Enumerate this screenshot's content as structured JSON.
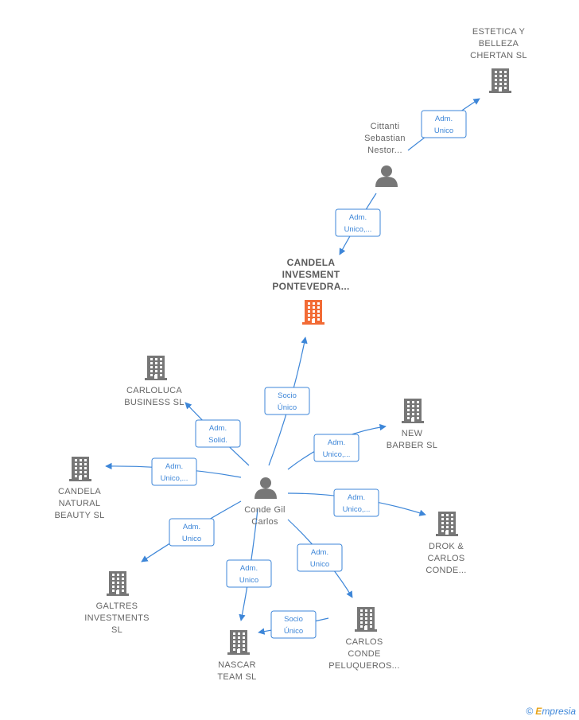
{
  "nodes": [
    {
      "id": "candela_invesment",
      "kind": "company",
      "main": true,
      "lines": [
        "CANDELA",
        "INVESMENT",
        "PONTEVEDRA..."
      ]
    },
    {
      "id": "estetica",
      "kind": "company",
      "lines": [
        "ESTETICA Y",
        "BELLEZA",
        "CHERTAN  SL"
      ]
    },
    {
      "id": "cittanti",
      "kind": "person",
      "lines": [
        "Cittanti",
        "Sebastian",
        "Nestor..."
      ]
    },
    {
      "id": "conde",
      "kind": "person",
      "lines": [
        "Conde Gil",
        "Carlos"
      ]
    },
    {
      "id": "carloluca",
      "kind": "company",
      "lines": [
        "CARLOLUCA",
        "BUSINESS  SL"
      ]
    },
    {
      "id": "candela_natural",
      "kind": "company",
      "lines": [
        "CANDELA",
        "NATURAL",
        "BEAUTY  SL"
      ]
    },
    {
      "id": "galtres",
      "kind": "company",
      "lines": [
        "GALTRES",
        "INVESTMENTS",
        "SL"
      ]
    },
    {
      "id": "nascar",
      "kind": "company",
      "lines": [
        "NASCAR",
        "TEAM  SL"
      ]
    },
    {
      "id": "carlos_conde",
      "kind": "company",
      "lines": [
        "CARLOS",
        "CONDE",
        "PELUQUEROS..."
      ]
    },
    {
      "id": "drok",
      "kind": "company",
      "lines": [
        "DROK &",
        "CARLOS",
        "CONDE..."
      ]
    },
    {
      "id": "new_barber",
      "kind": "company",
      "lines": [
        "NEW",
        "BARBER  SL"
      ]
    }
  ],
  "edges": [
    {
      "from": "cittanti",
      "to": "estetica",
      "label": [
        "Adm.",
        "Unico"
      ]
    },
    {
      "from": "cittanti",
      "to": "candela_invesment",
      "label": [
        "Adm.",
        "Unico,..."
      ]
    },
    {
      "from": "conde",
      "to": "candela_invesment",
      "label": [
        "Socio",
        "Único"
      ]
    },
    {
      "from": "conde",
      "to": "carloluca",
      "label": [
        "Adm.",
        "Solid."
      ]
    },
    {
      "from": "conde",
      "to": "candela_natural",
      "label": [
        "Adm.",
        "Unico,..."
      ]
    },
    {
      "from": "conde",
      "to": "galtres",
      "label": [
        "Adm.",
        "Unico"
      ]
    },
    {
      "from": "conde",
      "to": "nascar",
      "label": [
        "Adm.",
        "Unico"
      ]
    },
    {
      "from": "conde",
      "to": "carlos_conde",
      "label": [
        "Adm.",
        "Unico"
      ]
    },
    {
      "from": "conde",
      "to": "drok",
      "label": [
        "Adm.",
        "Unico,..."
      ]
    },
    {
      "from": "conde",
      "to": "new_barber",
      "label": [
        "Adm.",
        "Unico,..."
      ]
    },
    {
      "from": "carlos_conde",
      "to": "nascar",
      "label": [
        "Socio",
        "Único"
      ]
    }
  ],
  "colors": {
    "edge": "#3d86d8",
    "company": "#777777",
    "main_company": "#f26b35",
    "person": "#777777"
  },
  "brand": {
    "copyright": "©",
    "first_letter": "E",
    "rest": "mpresia"
  }
}
